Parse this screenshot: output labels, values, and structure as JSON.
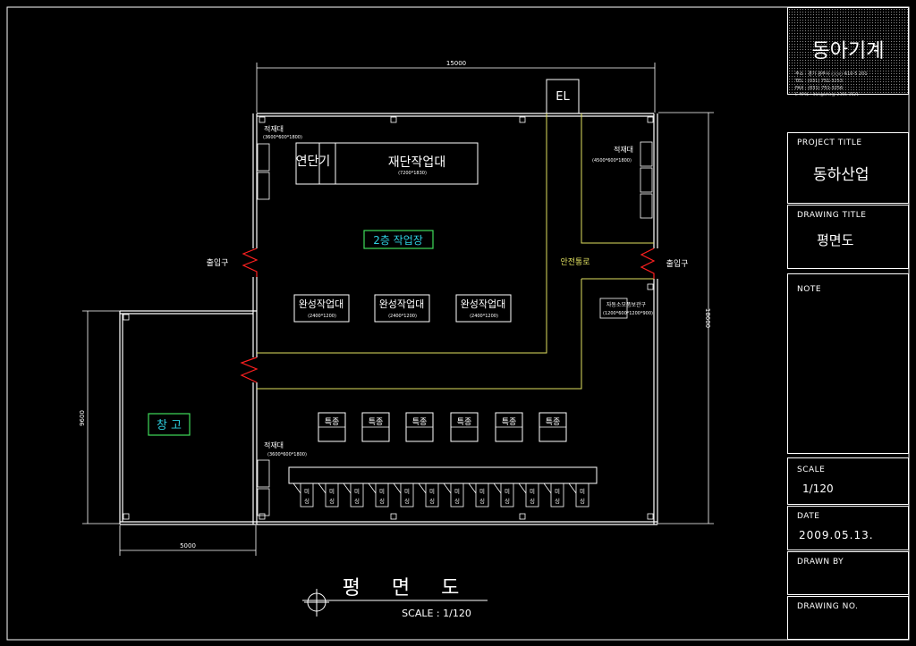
{
  "title_block": {
    "company": "동아기계",
    "address": "주소 : 경기 광주시 ○○○ 610-5 201",
    "tel": "TEL : (031) 751-3253",
    "fax": "FAX : (031) 751-3256",
    "email": "E-MAIL : dongamc@ 2355-3521",
    "project_title_label": "PROJECT TITLE",
    "project_title": "동하산업",
    "drawing_title_label": "DRAWING TITLE",
    "drawing_title": "평면도",
    "note_label": "NOTE",
    "scale_label": "SCALE",
    "scale": "1/120",
    "date_label": "DATE",
    "date": "2009.05.13.",
    "drawn_by_label": "DRAWN BY",
    "drawing_no_label": "DRAWING NO."
  },
  "plan": {
    "heading": "평 면 도",
    "scale_note": "SCALE : 1/120",
    "dim_top": "15000",
    "dim_right": "18600",
    "dim_left": "9600",
    "dim_bottom": "5000",
    "elevator": "EL",
    "workshop": "2층 작업장",
    "warehouse": "창 고",
    "safety_path": "안전통로",
    "entrance": "출입구",
    "cutter": "연단기",
    "cutting_table": "재단작업대",
    "cutting_table_size": "(7200*1830)",
    "shelf": "적재대",
    "shelf_size": "(3600*600*1800)",
    "shelf_right_size": "(4500*600*1800)",
    "finishing_table": "완성작업대",
    "finishing_table_size": "(2400*1200)",
    "special_machine": "특종",
    "sewing_machine": "미싱",
    "rack": "자동소모품보관구",
    "rack_size": "(1200*600*1200*900)"
  }
}
